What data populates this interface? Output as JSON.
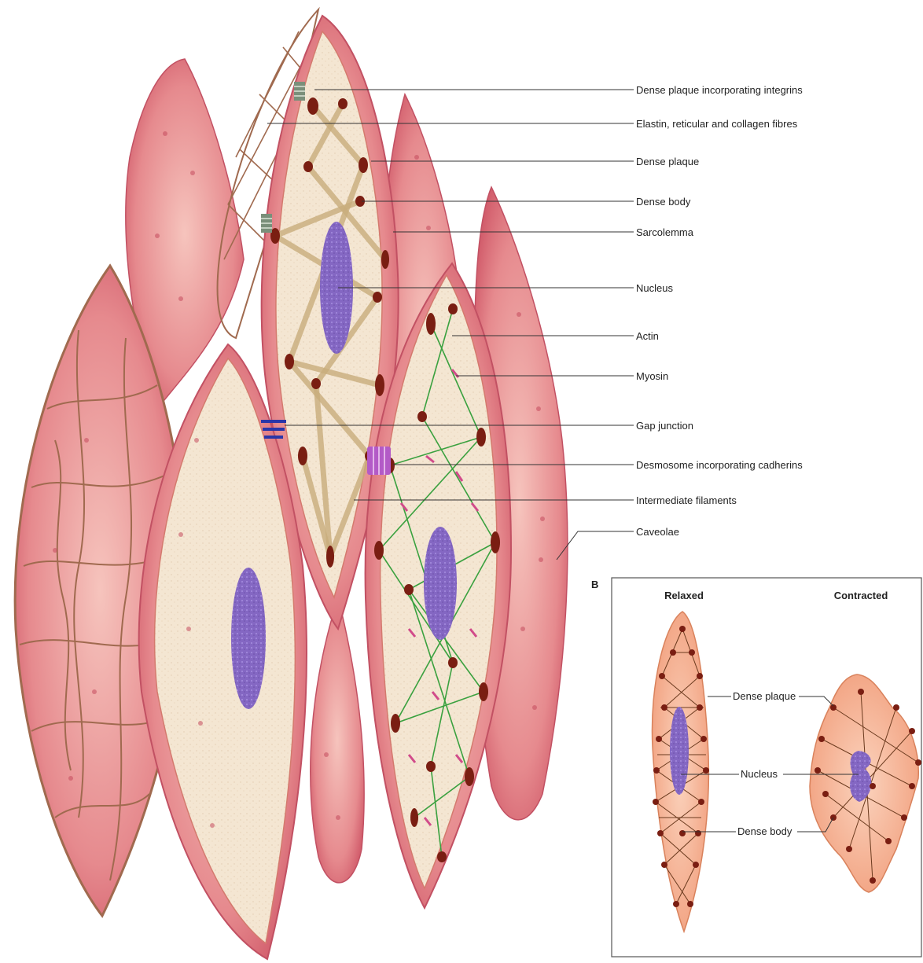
{
  "labels": {
    "integrins": "Dense plaque incorporating integrins",
    "fibres": "Elastin, reticular and collagen fibres",
    "dense_plaque": "Dense plaque",
    "dense_body": "Dense body",
    "sarcolemma": "Sarcolemma",
    "nucleus": "Nucleus",
    "actin": "Actin",
    "myosin": "Myosin",
    "gap_junction": "Gap junction",
    "desmosome": "Desmosome incorporating cadherins",
    "intermediate": "Intermediate filaments",
    "caveolae": "Caveolae"
  },
  "inset": {
    "panel_letter": "B",
    "relaxed": "Relaxed",
    "contracted": "Contracted",
    "dense_plaque": "Dense plaque",
    "nucleus": "Nucleus",
    "dense_body": "Dense body"
  },
  "colors": {
    "cell_outer": "#d9626f",
    "cell_inner": "#f3b5b0",
    "cytoplasm": "#f3e4cf",
    "nucleus": "#8a6fc4",
    "dense_body": "#7a1e12",
    "actin": "#3aa13f",
    "myosin": "#d14b8a",
    "fibre": "#a06a4f",
    "gap_junction": "#2a36a8",
    "inset_cell": "#f7b595"
  }
}
